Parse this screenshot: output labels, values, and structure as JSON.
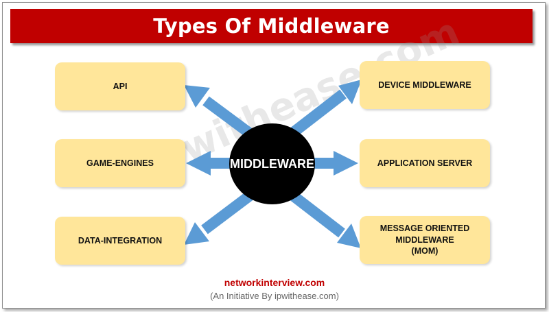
{
  "title": "Types Of Middleware",
  "center_label": "MIDDLEWARE",
  "left_items": [
    "API",
    "GAME-ENGINES",
    "DATA-INTEGRATION"
  ],
  "right_items": [
    "DEVICE MIDDLEWARE",
    "APPLICATION SERVER",
    "MESSAGE ORIENTED\nMIDDLEWARE\n(MOM)"
  ],
  "watermark": "ipwithease.com",
  "footer": {
    "site": "networkinterview.com",
    "tagline": "(An Initiative By ipwithease.com)"
  },
  "colors": {
    "title_bg": "#c00000",
    "box_fill": "#ffe69a",
    "arrow": "#5b9bd5",
    "center_circle": "#000000"
  }
}
